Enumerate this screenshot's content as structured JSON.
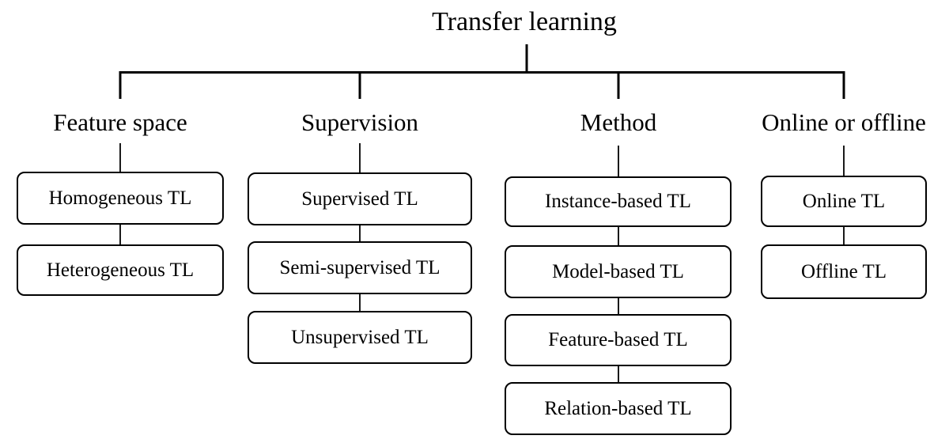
{
  "diagram": {
    "title": "Transfer learning",
    "columns": [
      {
        "label": "Feature space",
        "items": [
          {
            "label": "Homogeneous TL"
          },
          {
            "label": "Heterogeneous TL"
          }
        ]
      },
      {
        "label": "Supervision",
        "items": [
          {
            "label": "Supervised TL"
          },
          {
            "label": "Semi-supervised TL"
          },
          {
            "label": "Unsupervised TL"
          }
        ]
      },
      {
        "label": "Method",
        "items": [
          {
            "label": "Instance-based TL"
          },
          {
            "label": "Model-based TL"
          },
          {
            "label": "Feature-based TL"
          },
          {
            "label": "Relation-based TL"
          }
        ]
      },
      {
        "label": "Online or offline",
        "items": [
          {
            "label": "Online TL"
          },
          {
            "label": "Offline TL"
          }
        ]
      }
    ],
    "colors": {
      "background": "#ffffff",
      "line": "#000000",
      "box_border": "#000000",
      "box_fill": "#ffffff",
      "text": "#000000"
    }
  }
}
